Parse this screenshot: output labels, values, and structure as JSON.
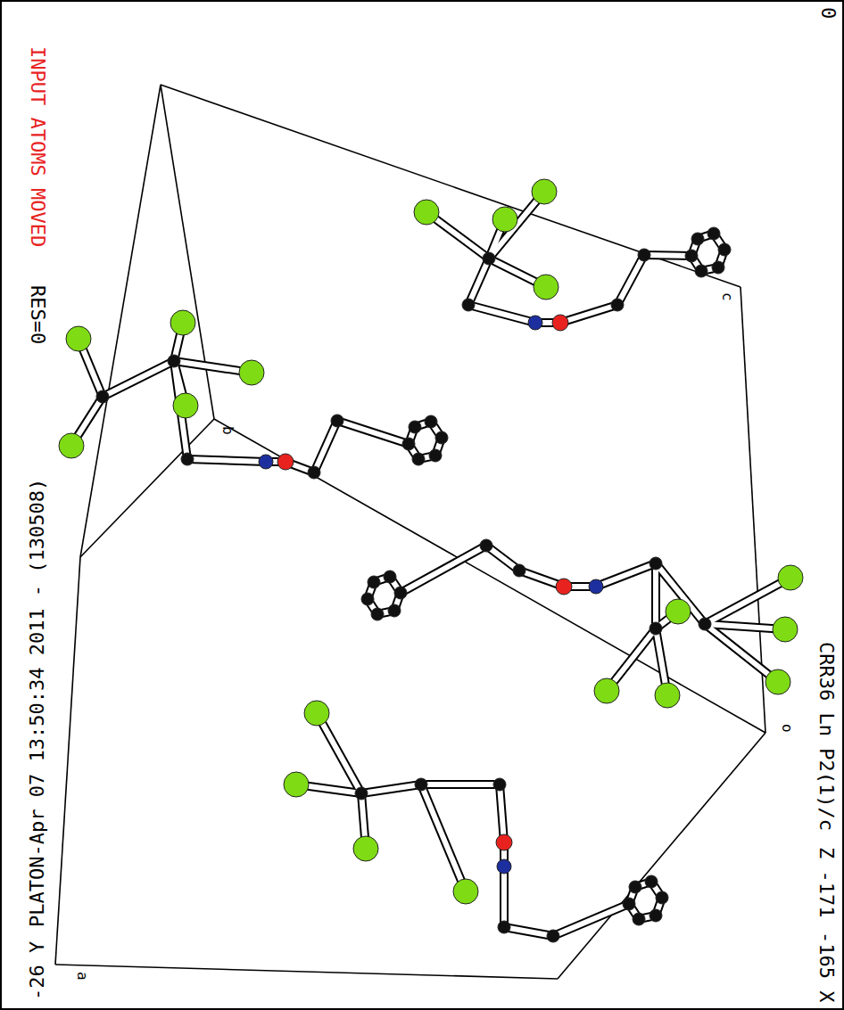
{
  "diagram": {
    "labels": [
      "INPUT ATOMS MOVED",
      "RES=0",
      "0",
      "a",
      "b",
      "c",
      "o",
      "PLATON-Apr 07 13:50:34 2011 - (130508)",
      "-26 Y",
      "CRR36 Ln P2(1)/c",
      "Z -171",
      "-165 X"
    ]
  }
}
